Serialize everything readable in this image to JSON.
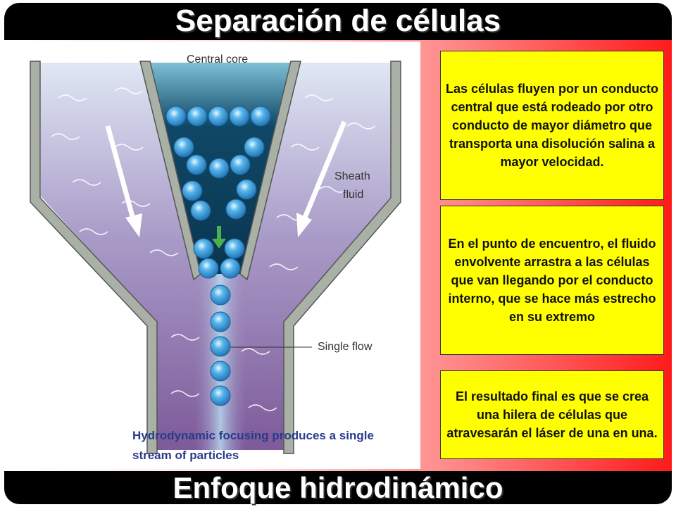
{
  "title": "Separación de células",
  "footer": "Enfoque hidrodinámico",
  "diagram": {
    "label_core": "Central core",
    "label_sheath_1": "Sheath",
    "label_sheath_2": "fluid",
    "label_single": "Single flow",
    "caption_1": "Hydrodynamic focusing produces a single",
    "caption_2": "stream of particles",
    "colors": {
      "tube": "#a9b0a5",
      "sheath": "#9a7fb3",
      "core": "#0d3e5a",
      "cell": "#2e96d8",
      "caption": "#2a3a8c"
    }
  },
  "boxes": [
    "Las células fluyen por un conducto central que está rodeado por otro conducto de mayor diámetro que transporta una disolución salina a mayor velocidad.",
    "En el punto de encuentro, el fluido envolvente arrastra a las células que van llegando por el conducto interno, que se hace más estrecho en  su extremo",
    "El resultado final es que se crea una hilera de células que atravesarán el láser de una en una."
  ]
}
